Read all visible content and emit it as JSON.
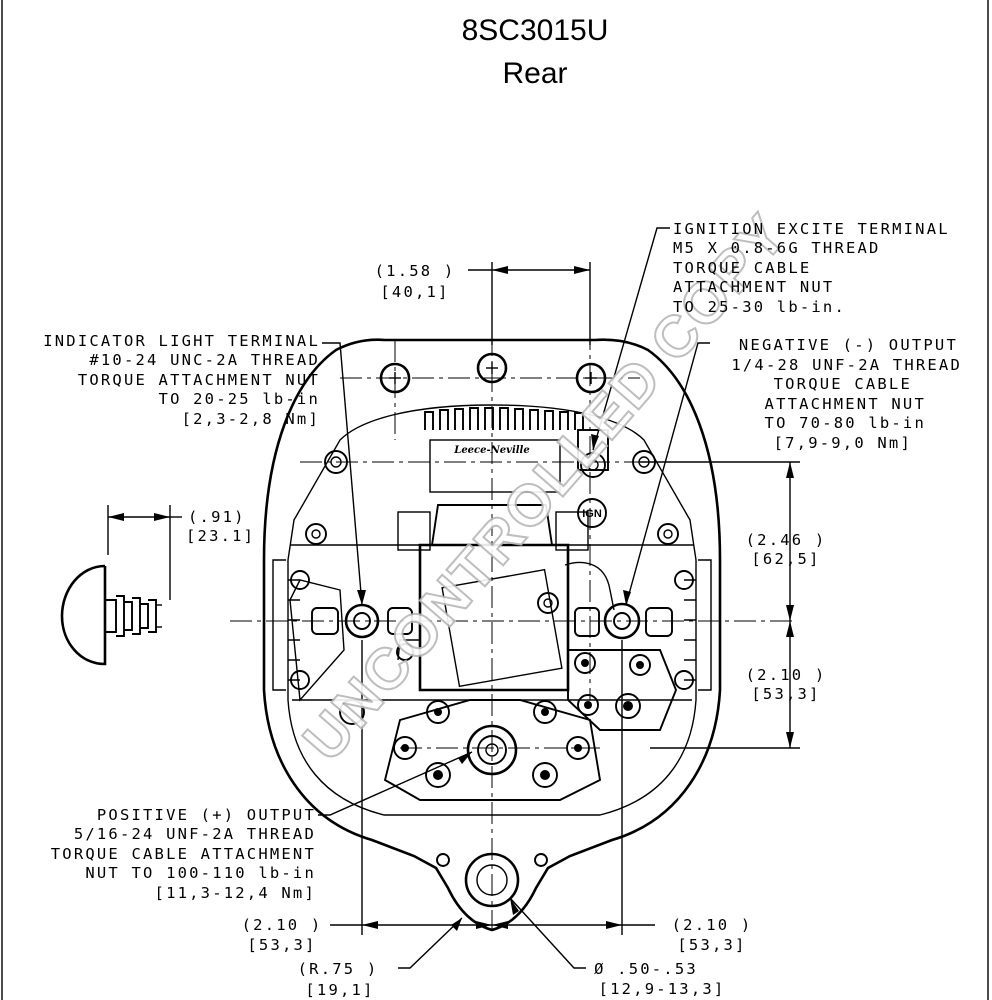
{
  "title": {
    "model": "8SC3015U",
    "view": "Rear"
  },
  "watermark": "UNCONTROLLED COPY",
  "labels": {
    "logo_plate": "Leece-Neville",
    "ign_stamp": "IGN"
  },
  "callouts": {
    "indicator": [
      "INDICATOR LIGHT TERMINAL",
      "#10-24 UNC-2A THREAD",
      "TORQUE ATTACHMENT NUT",
      "TO 20-25 lb-in",
      "[2,3-2,8 Nm]"
    ],
    "ignition": [
      "IGNITION EXCITE TERMINAL",
      "M5 X 0.8-6G THREAD",
      "TORQUE CABLE",
      "ATTACHMENT NUT",
      "TO 25-30 lb-in."
    ],
    "negative": [
      "NEGATIVE (-) OUTPUT",
      "1/4-28 UNF-2A THREAD",
      "TORQUE CABLE",
      "ATTACHMENT NUT",
      "TO 70-80 lb-in",
      "[7,9-9,0 Nm]"
    ],
    "positive": [
      "POSITIVE (+) OUTPUT",
      "5/16-24 UNF-2A THREAD",
      "TORQUE CABLE ATTACHMENT",
      "NUT TO 100-110 lb-in",
      "[11,3-12,4 Nm]"
    ]
  },
  "dimensions": {
    "top_spacing": [
      "(1.58 )",
      "[40,1]"
    ],
    "side_depth": [
      "(.91)",
      "[23.1]"
    ],
    "upper_right": [
      "(2.46 )",
      "[62,5]"
    ],
    "lower_right": [
      "(2.10 )",
      "[53,3]"
    ],
    "bottom_left": [
      "(2.10 )",
      "[53,3]"
    ],
    "bottom_right": [
      "(2.10 )",
      "[53,3]"
    ],
    "radius": [
      "(R.75 )",
      "[19,1]"
    ],
    "hole": [
      "Ø .50-.53",
      "[12,9-13,3]"
    ]
  }
}
